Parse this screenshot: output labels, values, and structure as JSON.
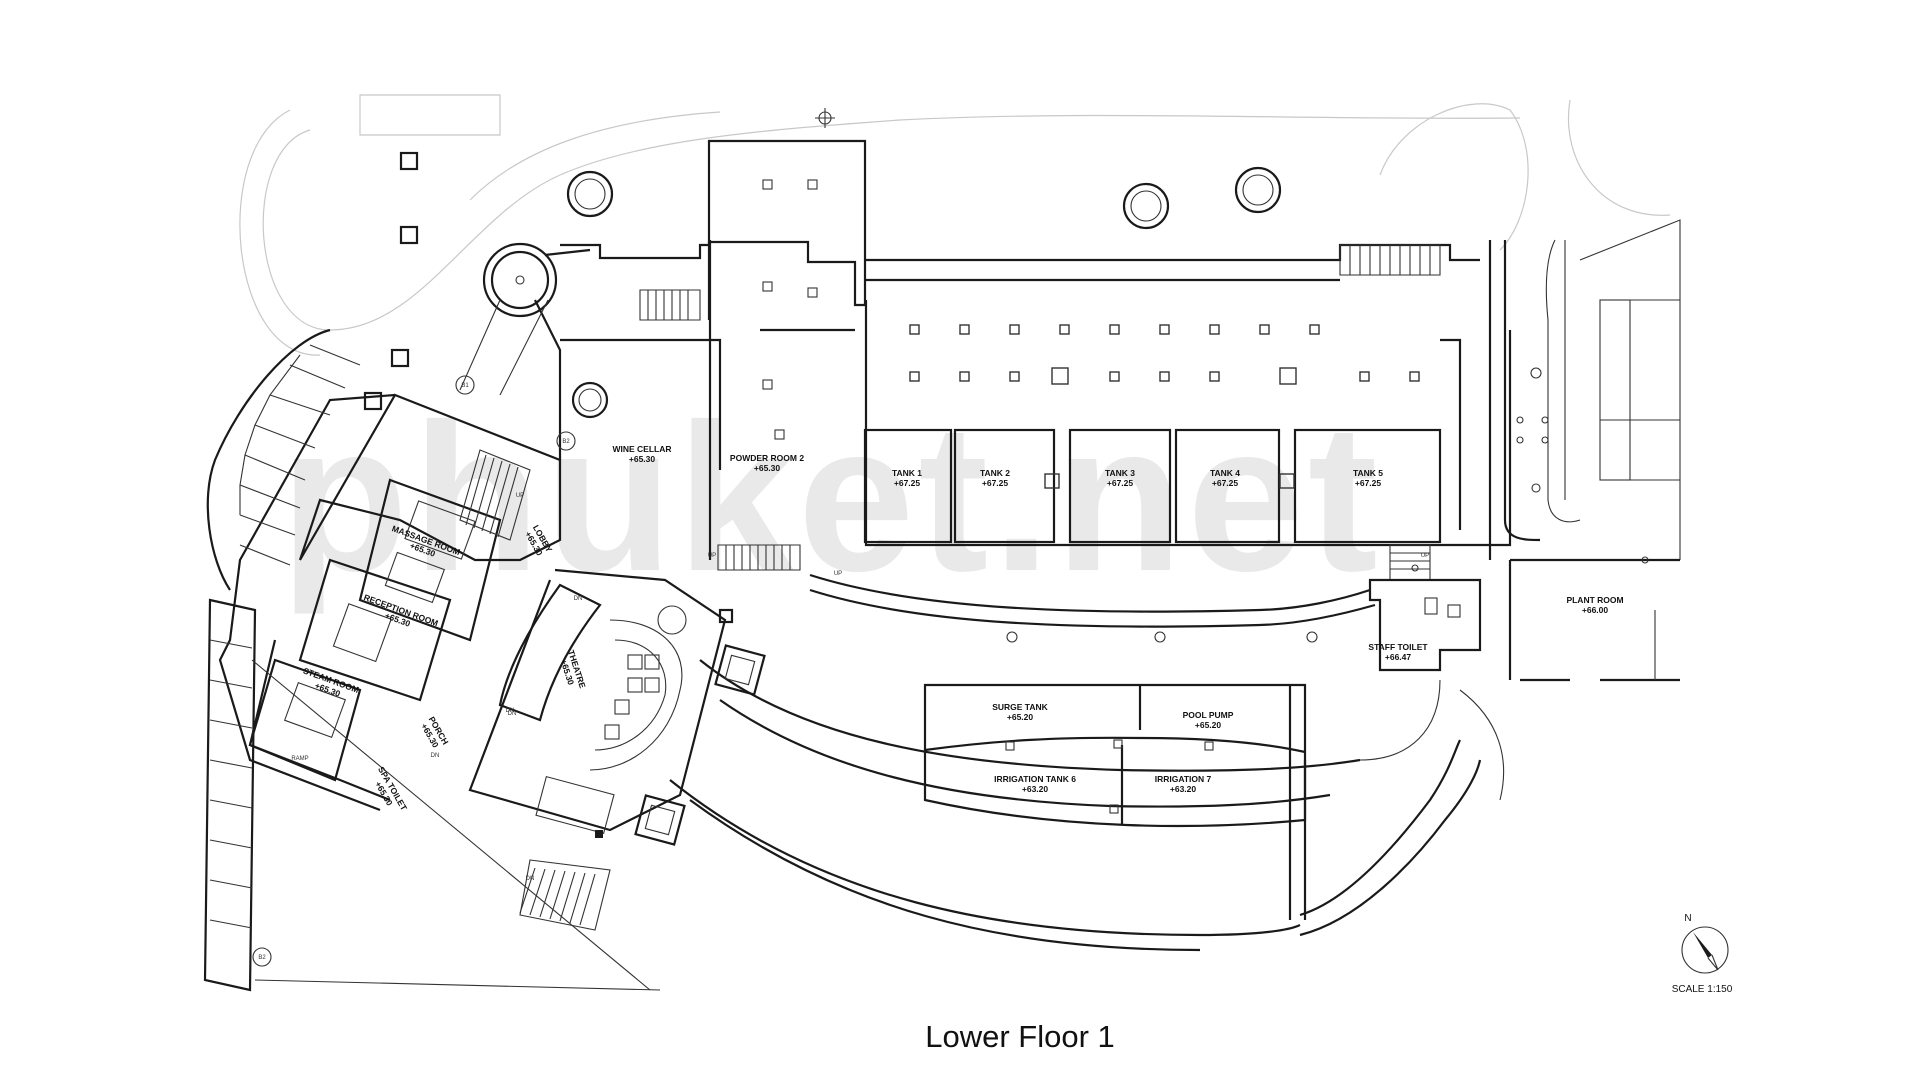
{
  "watermark": "phuket.net",
  "title": "Lower Floor 1",
  "scale": "SCALE 1:150",
  "north_label": "N",
  "grid_markers": [
    "B1",
    "B2",
    "B2"
  ],
  "rooms": [
    {
      "id": "wine-cellar",
      "name": "WINE CELLAR",
      "level": "+65.30",
      "rot": 0
    },
    {
      "id": "powder-room-2",
      "name": "POWDER ROOM 2",
      "level": "+65.30",
      "rot": 0
    },
    {
      "id": "tank-1",
      "name": "TANK 1",
      "level": "+67.25",
      "rot": 0
    },
    {
      "id": "tank-2",
      "name": "TANK 2",
      "level": "+67.25",
      "rot": 0
    },
    {
      "id": "tank-3",
      "name": "TANK 3",
      "level": "+67.25",
      "rot": 0
    },
    {
      "id": "tank-4",
      "name": "TANK 4",
      "level": "+67.25",
      "rot": 0
    },
    {
      "id": "tank-5",
      "name": "TANK 5",
      "level": "+67.25",
      "rot": 0
    },
    {
      "id": "lobby",
      "name": "LOBBY",
      "level": "+65.30",
      "rot": 60
    },
    {
      "id": "massage-room",
      "name": "MASSAGE ROOM",
      "level": "+65.30",
      "rot": 20
    },
    {
      "id": "reception-room",
      "name": "RECEPTION ROOM",
      "level": "+65.30",
      "rot": 20
    },
    {
      "id": "steam-room",
      "name": "STEAM ROOM",
      "level": "+65.30",
      "rot": 20
    },
    {
      "id": "theatre",
      "name": "THEATRE",
      "level": "+65.30",
      "rot": 72
    },
    {
      "id": "porch",
      "name": "PORCH",
      "level": "+65.30",
      "rot": 60
    },
    {
      "id": "spa-toilet",
      "name": "SPA TOILET",
      "level": "+65.30",
      "rot": 60
    },
    {
      "id": "surge-tank",
      "name": "SURGE TANK",
      "level": "+65.20",
      "rot": 0
    },
    {
      "id": "pool-pump",
      "name": "POOL PUMP",
      "level": "+65.20",
      "rot": 0
    },
    {
      "id": "irrigation-tank-6",
      "name": "IRRIGATION TANK 6",
      "level": "+63.20",
      "rot": 0
    },
    {
      "id": "irrigation-7",
      "name": "IRRIGATION 7",
      "level": "+63.20",
      "rot": 0
    },
    {
      "id": "staff-toilet",
      "name": "STAFF TOILET",
      "level": "+66.47",
      "rot": 0
    },
    {
      "id": "plant-room",
      "name": "PLANT ROOM",
      "level": "+66.00",
      "rot": 0
    }
  ],
  "annotations": [
    "UP",
    "UP",
    "UP",
    "UP",
    "DN",
    "DN",
    "DN",
    "DN",
    "RAMP",
    "DN"
  ]
}
